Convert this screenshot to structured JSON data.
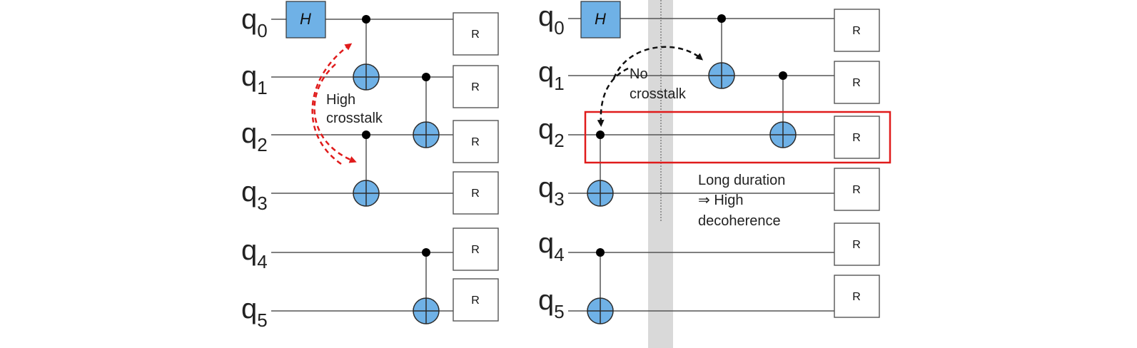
{
  "qubits": [
    {
      "name": "q",
      "index": "0"
    },
    {
      "name": "q",
      "index": "1"
    },
    {
      "name": "q",
      "index": "2"
    },
    {
      "name": "q",
      "index": "3"
    },
    {
      "name": "q",
      "index": "4"
    },
    {
      "name": "q",
      "index": "5"
    }
  ],
  "gates": {
    "hadamard": "H",
    "readout": "R"
  },
  "left_panel": {
    "annotation_line1": "High",
    "annotation_line2": "crosstalk"
  },
  "right_panel": {
    "crosstalk_line1": "No",
    "crosstalk_line2": "crosstalk",
    "duration_line1": "Long duration",
    "duration_line2": "⇒  High",
    "duration_line3": "decoherence"
  },
  "colors": {
    "gate_fill": "#6fb1e6",
    "crosstalk_arrow": "#e01b1b",
    "no_crosstalk_arrow": "#111111",
    "highlight_box": "#e01b1b",
    "barrier": "#d9d9d9"
  }
}
